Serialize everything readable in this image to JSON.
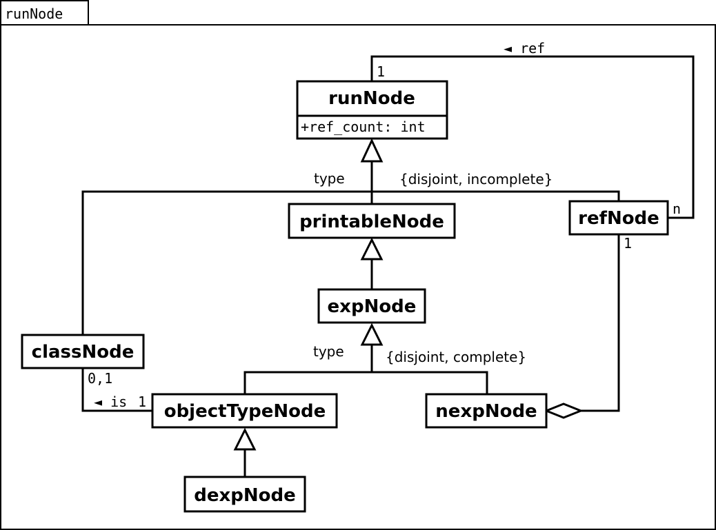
{
  "frame": {
    "label": "runNode"
  },
  "classes": {
    "runNode": {
      "name": "runNode",
      "attribute": "+ref_count: int"
    },
    "printableNode": {
      "name": "printableNode"
    },
    "refNode": {
      "name": "refNode"
    },
    "expNode": {
      "name": "expNode"
    },
    "classNode": {
      "name": "classNode"
    },
    "objectTypeNode": {
      "name": "objectTypeNode"
    },
    "nexpNode": {
      "name": "nexpNode"
    },
    "dexpNode": {
      "name": "dexpNode"
    }
  },
  "generalizations": {
    "top": {
      "label": "type",
      "constraint": "{disjoint, incomplete}"
    },
    "mid": {
      "label": "type",
      "constraint": "{disjoint, complete}"
    }
  },
  "associations": {
    "ref": {
      "name": "◄ ref",
      "mult_runNode": "1",
      "mult_refNode": "n"
    },
    "aggregation": {
      "mult_refNode": "1"
    },
    "is": {
      "name": "◄ is",
      "mult_classNode": "0,1",
      "mult_objectTypeNode": "1"
    }
  }
}
